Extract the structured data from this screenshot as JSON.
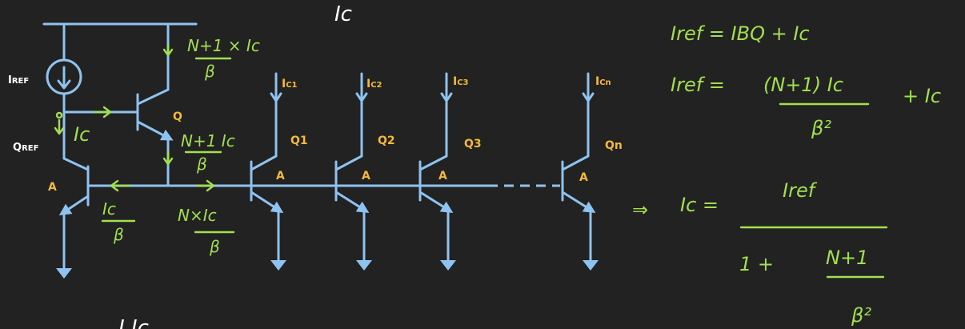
{
  "source_label": {
    "main": "I",
    "sub": "REF"
  },
  "qref_label": {
    "main": "Q",
    "sub": "REF"
  },
  "node_labels": {
    "a_qref": "A",
    "a_q1": "A",
    "a_q2": "A",
    "a_q3": "A",
    "a_qn": "A",
    "q": "Q"
  },
  "transistors": [
    {
      "name": "Q1",
      "current": "I",
      "current_sub": "C1"
    },
    {
      "name": "Q2",
      "current": "I",
      "current_sub": "C2"
    },
    {
      "name": "Q3",
      "current": "I",
      "current_sub": "C3"
    },
    {
      "name": "Qn",
      "current": "I",
      "current_sub": "Cn"
    }
  ],
  "annotations": {
    "top": "Ic",
    "q_base_current_num": "N+1 × Ic",
    "q_base_current_den": "β",
    "q_emitter_current_num": "N+1 Ic",
    "q_emitter_current_den": "β",
    "ic_left": "Ic",
    "qref_base_num": "Ic",
    "qref_base_den": "β",
    "mirror_base_num": "N×Ic",
    "mirror_base_den": "β",
    "bottom_partial": "I                 Ic"
  },
  "equations": {
    "eq1": "Iref  =  IBQ  +  Ic",
    "eq2_lhs": "Iref  =",
    "eq2_num": "(N+1) Ic",
    "eq2_den": "β²",
    "eq2_tail": "+ Ic",
    "eq3_arrow": "⇒",
    "eq3_lhs": "Ic  =",
    "eq3_num": "Iref",
    "eq3_den_one": "1 +",
    "eq3_den_num": "N+1",
    "eq3_den_den": "β²"
  },
  "colors": {
    "background": "#222222",
    "wire": "#8ec3f0",
    "handwriting": "#a3df4e",
    "node_label": "#f5b93a"
  }
}
